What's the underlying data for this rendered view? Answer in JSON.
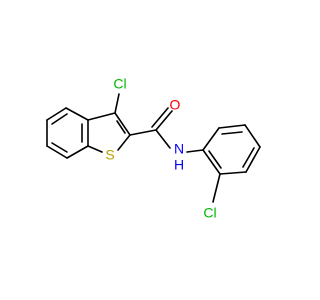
{
  "molecule": {
    "atoms": {
      "cl_top": {
        "label": "Cl",
        "color": "#00b800"
      },
      "oxygen": {
        "label": "O",
        "color": "#ff0000"
      },
      "sulfur": {
        "label": "S",
        "color": "#b8a000"
      },
      "nh": {
        "label": "N",
        "color": "#0000ff"
      },
      "h": {
        "label": "H",
        "color": "#0000ff"
      },
      "cl_bottom": {
        "label": "Cl",
        "color": "#00b800"
      }
    }
  }
}
